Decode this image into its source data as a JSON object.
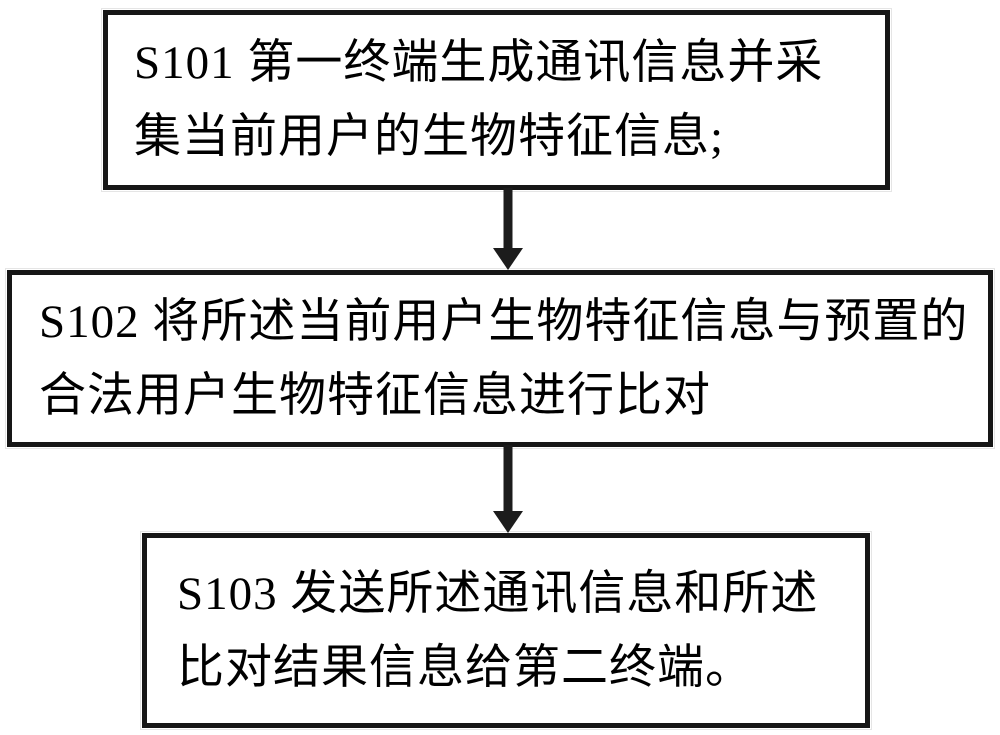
{
  "figure": {
    "type": "flowchart",
    "background_color": "#ffffff",
    "box_border_color": "#161616",
    "arrow_color": "#1c1c1c",
    "text_color": "#000000",
    "steps": [
      {
        "id": "S101",
        "lines": [
          "S101 第一终端生成通讯信息并采",
          "集当前用户的生物特征信息;"
        ],
        "full_text": "S101 第一终端生成通讯信息并采集当前用户的生物特征信息;"
      },
      {
        "id": "S102",
        "lines": [
          "S102 将所述当前用户生物特征信息与预置的",
          "合法用户生物特征信息进行比对"
        ],
        "full_text": "S102 将所述当前用户生物特征信息与预置的合法用户生物特征信息进行比对"
      },
      {
        "id": "S103",
        "lines": [
          "S103 发送所述通讯信息和所述",
          "比对结果信息给第二终端。"
        ],
        "full_text": "S103 发送所述通讯信息和所述比对结果信息给第二终端。"
      }
    ],
    "connectors": [
      {
        "from": "S101",
        "to": "S102",
        "direction": "down"
      },
      {
        "from": "S102",
        "to": "S103",
        "direction": "down"
      }
    ]
  }
}
